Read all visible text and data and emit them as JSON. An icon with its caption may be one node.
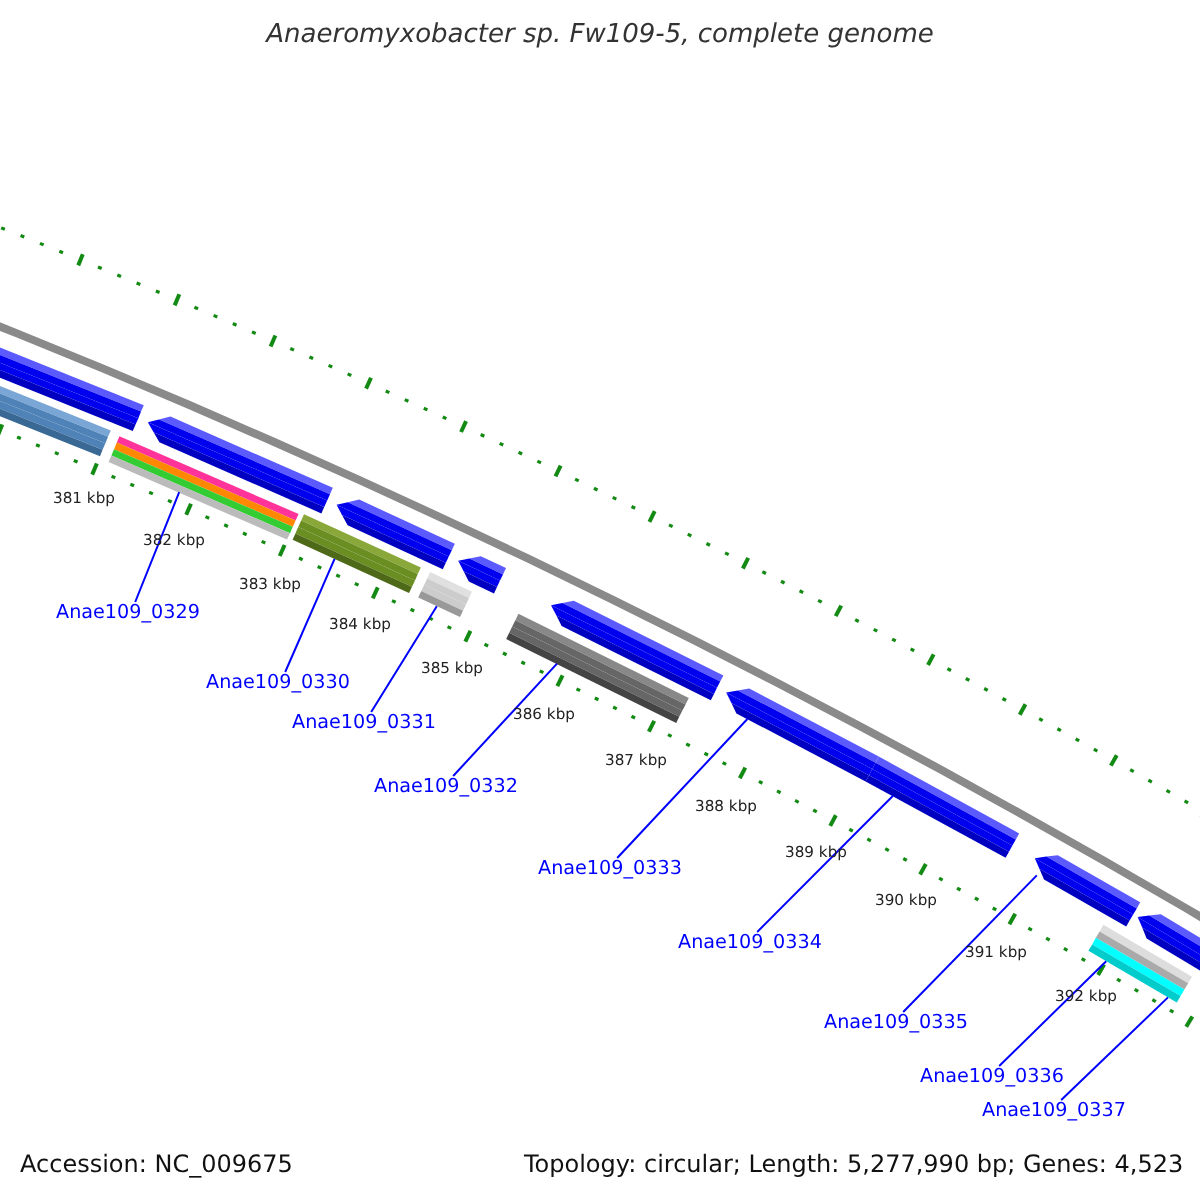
{
  "diagram": {
    "title": "Anaeromyxobacter sp. Fw109-5, complete genome",
    "nodes": [
      {
        "text": [
          "Anae109_0329"
        ]
      },
      {
        "text": [
          "Anae109_0330"
        ]
      },
      {
        "text": [
          "Anae109_0331"
        ]
      },
      {
        "text": [
          "Anae109_0332"
        ]
      },
      {
        "text": [
          "Anae109_0333"
        ]
      },
      {
        "text": [
          "Anae109_0334"
        ]
      },
      {
        "text": [
          "Anae109_0335"
        ]
      },
      {
        "text": [
          "Anae109_0336"
        ]
      },
      {
        "text": [
          "Anae109_0337"
        ]
      },
      {
        "text": [],
        "shape": "bar"
      },
      {
        "text": [],
        "shape": "bar"
      },
      {
        "text": [],
        "shape": "bar"
      },
      {
        "text": [],
        "shape": "bar"
      },
      {
        "text": [],
        "shape": "bar"
      },
      {
        "text": [],
        "shape": "bar"
      },
      {
        "text": [],
        "shape": "bar"
      },
      {
        "text": [],
        "shape": "bar"
      }
    ],
    "edges": [
      {
        "from": 0,
        "to": 9,
        "arrow": "none"
      },
      {
        "from": 1,
        "to": 10,
        "arrow": "none"
      },
      {
        "from": 2,
        "to": 11,
        "arrow": "none"
      },
      {
        "from": 3,
        "to": 12,
        "arrow": "none"
      },
      {
        "from": 4,
        "to": 13,
        "arrow": "none"
      },
      {
        "from": 5,
        "to": 14,
        "arrow": "none"
      },
      {
        "from": 6,
        "to": 15,
        "arrow": "none"
      },
      {
        "from": 7,
        "to": 16,
        "arrow": "none"
      },
      {
        "from": 8,
        "to": 16,
        "arrow": "none"
      }
    ],
    "labels": [
      "381 kbp",
      "382 kbp",
      "383 kbp",
      "384 kbp",
      "385 kbp",
      "386 kbp",
      "387 kbp",
      "388 kbp",
      "389 kbp",
      "390 kbp",
      "391 kbp",
      "392 kbp",
      "Accession: NC_009675",
      "Topology: circular; Length: 5,277,990 bp; Genes: 4,523"
    ]
  }
}
